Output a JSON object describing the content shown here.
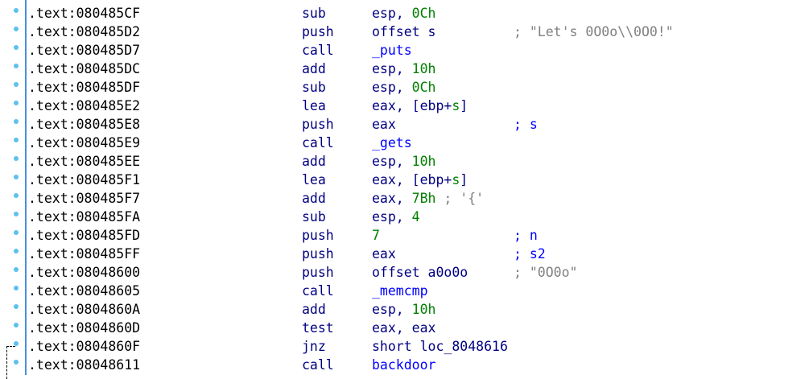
{
  "colors": {
    "address": "#000000",
    "mnemonic": "#000080",
    "number": "#008000",
    "function": "#0000ff",
    "comment": "#808080",
    "gutter_line": "#4a90d9",
    "gutter_dot": "#5bc0f0"
  },
  "rows": [
    {
      "address": ".text:080485CF",
      "mnemonic": "sub",
      "operand": [
        [
          "esp, ",
          "reg"
        ],
        [
          "0Ch",
          "num"
        ]
      ],
      "comment": []
    },
    {
      "address": ".text:080485D2",
      "mnemonic": "push",
      "operand": [
        [
          "offset s",
          "reg"
        ]
      ],
      "comment": [
        [
          "; \"Let's 0O0o\\\\0O0!\"",
          "cmt"
        ]
      ]
    },
    {
      "address": ".text:080485D7",
      "mnemonic": "call",
      "operand": [
        [
          "_puts",
          "fn"
        ]
      ],
      "comment": []
    },
    {
      "address": ".text:080485DC",
      "mnemonic": "add",
      "operand": [
        [
          "esp, ",
          "reg"
        ],
        [
          "10h",
          "num"
        ]
      ],
      "comment": []
    },
    {
      "address": ".text:080485DF",
      "mnemonic": "sub",
      "operand": [
        [
          "esp, ",
          "reg"
        ],
        [
          "0Ch",
          "num"
        ]
      ],
      "comment": []
    },
    {
      "address": ".text:080485E2",
      "mnemonic": "lea",
      "operand": [
        [
          "eax, [ebp+",
          "reg"
        ],
        [
          "s",
          "num"
        ],
        [
          "]",
          "reg"
        ]
      ],
      "comment": []
    },
    {
      "address": ".text:080485E8",
      "mnemonic": "push",
      "operand": [
        [
          "eax",
          "reg"
        ]
      ],
      "comment": [
        [
          "; s",
          "ref"
        ]
      ]
    },
    {
      "address": ".text:080485E9",
      "mnemonic": "call",
      "operand": [
        [
          "_gets",
          "fn"
        ]
      ],
      "comment": []
    },
    {
      "address": ".text:080485EE",
      "mnemonic": "add",
      "operand": [
        [
          "esp, ",
          "reg"
        ],
        [
          "10h",
          "num"
        ]
      ],
      "comment": []
    },
    {
      "address": ".text:080485F1",
      "mnemonic": "lea",
      "operand": [
        [
          "eax, [ebp+",
          "reg"
        ],
        [
          "s",
          "num"
        ],
        [
          "]",
          "reg"
        ]
      ],
      "comment": []
    },
    {
      "address": ".text:080485F7",
      "mnemonic": "add",
      "operand": [
        [
          "eax, ",
          "reg"
        ],
        [
          "7Bh",
          "num"
        ],
        [
          " ; '{'",
          "cmt"
        ]
      ],
      "comment": []
    },
    {
      "address": ".text:080485FA",
      "mnemonic": "sub",
      "operand": [
        [
          "esp, ",
          "reg"
        ],
        [
          "4",
          "num"
        ]
      ],
      "comment": []
    },
    {
      "address": ".text:080485FD",
      "mnemonic": "push",
      "operand": [
        [
          "7",
          "num"
        ]
      ],
      "comment": [
        [
          "; n",
          "ref"
        ]
      ]
    },
    {
      "address": ".text:080485FF",
      "mnemonic": "push",
      "operand": [
        [
          "eax",
          "reg"
        ]
      ],
      "comment": [
        [
          "; s2",
          "ref"
        ]
      ]
    },
    {
      "address": ".text:08048600",
      "mnemonic": "push",
      "operand": [
        [
          "offset a0o0o",
          "reg"
        ]
      ],
      "comment": [
        [
          "; \"0O0o\"",
          "cmt"
        ]
      ]
    },
    {
      "address": ".text:08048605",
      "mnemonic": "call",
      "operand": [
        [
          "_memcmp",
          "fn"
        ]
      ],
      "comment": []
    },
    {
      "address": ".text:0804860A",
      "mnemonic": "add",
      "operand": [
        [
          "esp, ",
          "reg"
        ],
        [
          "10h",
          "num"
        ]
      ],
      "comment": []
    },
    {
      "address": ".text:0804860D",
      "mnemonic": "test",
      "operand": [
        [
          "eax, eax",
          "reg"
        ]
      ],
      "comment": []
    },
    {
      "address": ".text:0804860F",
      "mnemonic": "jnz",
      "operand": [
        [
          "short loc_8048616",
          "reg"
        ]
      ],
      "comment": []
    },
    {
      "address": ".text:08048611",
      "mnemonic": "call",
      "operand": [
        [
          "backdoor",
          "fn"
        ]
      ],
      "comment": []
    }
  ]
}
